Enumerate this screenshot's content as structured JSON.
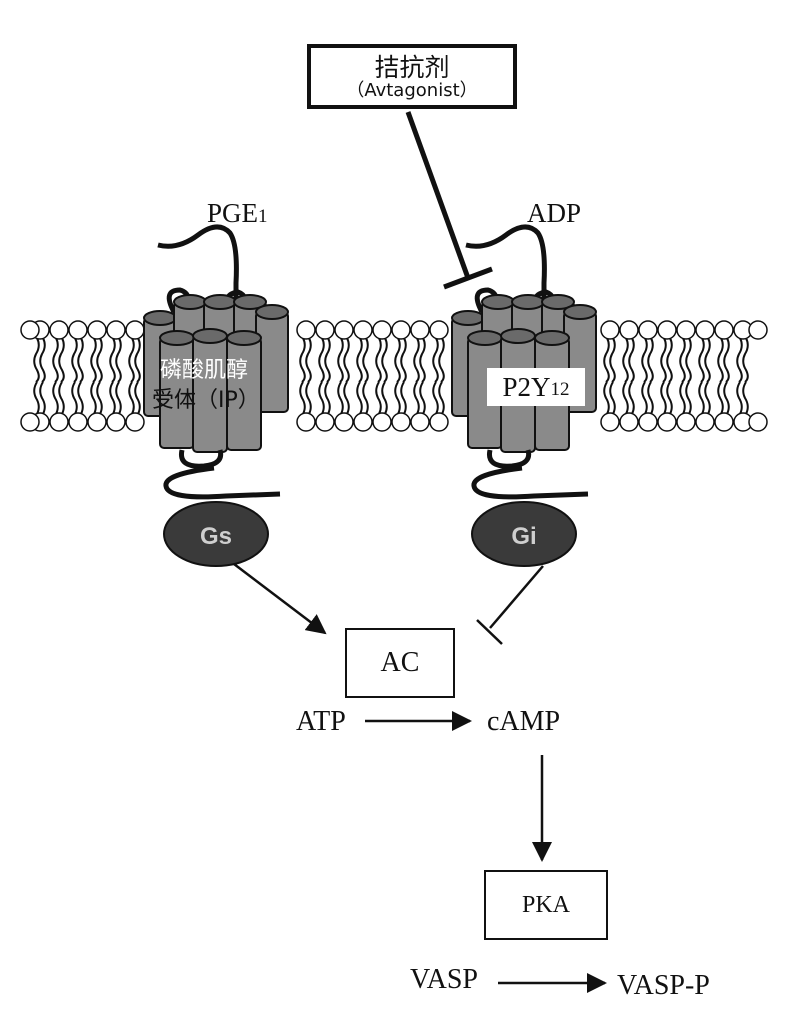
{
  "antagonist": {
    "name": "拮抗剂",
    "english": "（Avtagonist）"
  },
  "left_receptor": {
    "ligand": "PGE",
    "ligand_sub": "1",
    "name_line1": "磷酸肌醇",
    "name_line2": "受体（IP）",
    "g_protein": "Gs"
  },
  "right_receptor": {
    "ligand": "ADP",
    "name": "P2Y",
    "name_sub": "12",
    "g_protein": "Gi"
  },
  "enzyme": {
    "label": "AC"
  },
  "reaction1": {
    "substrate": "ATP",
    "product": "cAMP"
  },
  "kinase": {
    "label": "PKA"
  },
  "reaction2": {
    "substrate": "VASP",
    "product": "VASP-P"
  },
  "colors": {
    "receptor_fill": "#8a8a8a",
    "g_protein_fill": "#3a3a3a",
    "line": "#111111"
  }
}
